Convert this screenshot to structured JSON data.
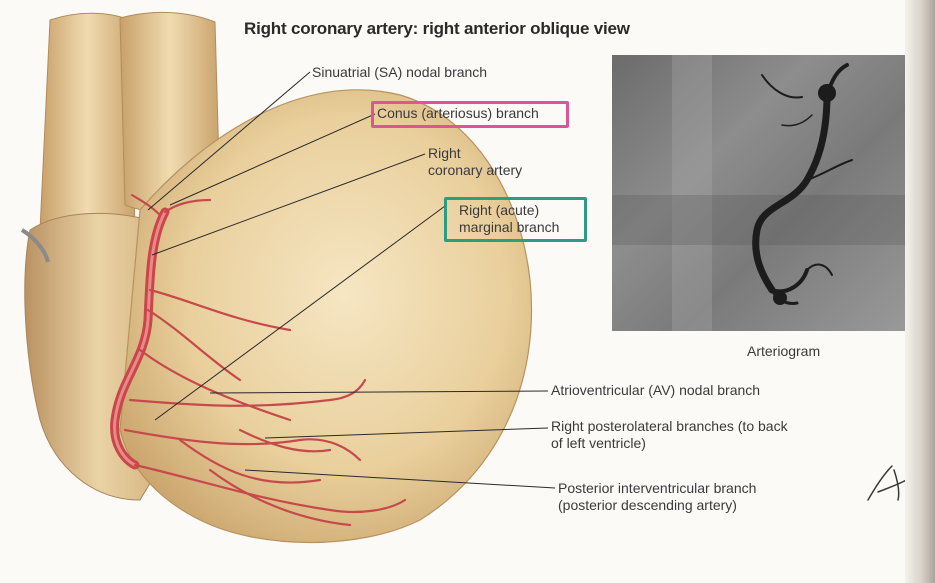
{
  "title": "Right coronary artery: right anterior oblique view",
  "labels": {
    "sa_nodal": "Sinuatrial (SA) nodal branch",
    "conus": "Conus (arteriosus) branch",
    "rca_line1": "Right",
    "rca_line2": "coronary artery",
    "marginal_line1": "Right (acute)",
    "marginal_line2": "marginal branch",
    "av_nodal": "Atrioventricular (AV) nodal branch",
    "posterolateral_line1": "Right posterolateral branches (to back",
    "posterolateral_line2": "of left ventricle)",
    "piv_line1": "Posterior interventricular branch",
    "piv_line2": "(posterior descending artery)"
  },
  "arteriogram": {
    "caption": "Arteriogram"
  },
  "colors": {
    "highlight_pink": "#e0539a",
    "highlight_teal": "#2c9c84",
    "artery_red": "#c9464a",
    "heart_tan": "#e8cf9e"
  }
}
